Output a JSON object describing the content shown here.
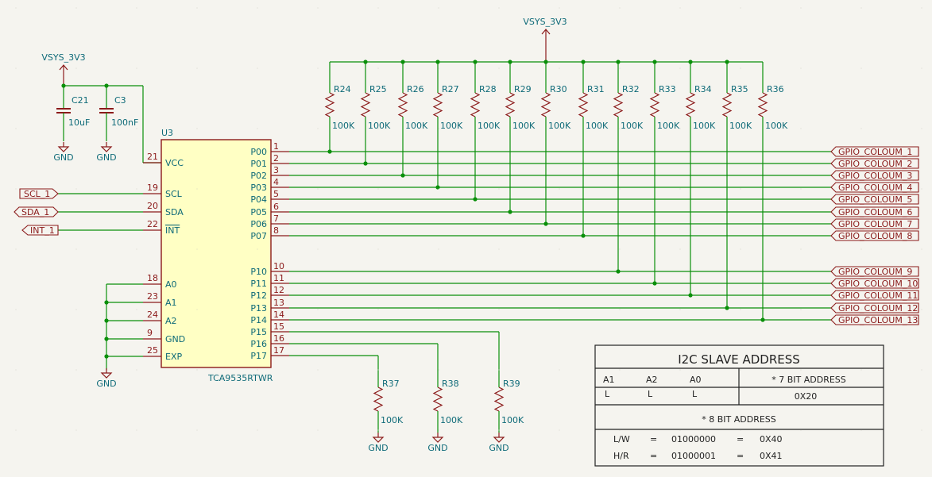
{
  "power": {
    "top": "VSYS_3V3",
    "left": "VSYS_3V3",
    "gnd": "GND"
  },
  "caps": [
    {
      "ref": "C21",
      "value": "10uF"
    },
    {
      "ref": "C3",
      "value": "100nF"
    }
  ],
  "ic": {
    "ref": "U3",
    "part": "TCA9535RTWR",
    "left_pins": [
      {
        "num": "21",
        "name": "VCC"
      },
      {
        "num": "19",
        "name": "SCL"
      },
      {
        "num": "20",
        "name": "SDA"
      },
      {
        "num": "22",
        "name": "INT"
      },
      {
        "num": "18",
        "name": "A0"
      },
      {
        "num": "23",
        "name": "A1"
      },
      {
        "num": "24",
        "name": "A2"
      },
      {
        "num": "9",
        "name": "GND"
      },
      {
        "num": "25",
        "name": "EXP"
      }
    ],
    "right_pins": [
      {
        "num": "1",
        "name": "P00"
      },
      {
        "num": "2",
        "name": "P01"
      },
      {
        "num": "3",
        "name": "P02"
      },
      {
        "num": "4",
        "name": "P03"
      },
      {
        "num": "5",
        "name": "P04"
      },
      {
        "num": "6",
        "name": "P05"
      },
      {
        "num": "7",
        "name": "P06"
      },
      {
        "num": "8",
        "name": "P07"
      },
      {
        "num": "10",
        "name": "P10"
      },
      {
        "num": "11",
        "name": "P11"
      },
      {
        "num": "12",
        "name": "P12"
      },
      {
        "num": "13",
        "name": "P13"
      },
      {
        "num": "14",
        "name": "P14"
      },
      {
        "num": "15",
        "name": "P15"
      },
      {
        "num": "16",
        "name": "P16"
      },
      {
        "num": "17",
        "name": "P17"
      }
    ]
  },
  "bus_labels": [
    "SCL_1",
    "SDA_1",
    "INT_1"
  ],
  "pullups": [
    {
      "ref": "R24",
      "value": "100K"
    },
    {
      "ref": "R25",
      "value": "100K"
    },
    {
      "ref": "R26",
      "value": "100K"
    },
    {
      "ref": "R27",
      "value": "100K"
    },
    {
      "ref": "R28",
      "value": "100K"
    },
    {
      "ref": "R29",
      "value": "100K"
    },
    {
      "ref": "R30",
      "value": "100K"
    },
    {
      "ref": "R31",
      "value": "100K"
    },
    {
      "ref": "R32",
      "value": "100K"
    },
    {
      "ref": "R33",
      "value": "100K"
    },
    {
      "ref": "R34",
      "value": "100K"
    },
    {
      "ref": "R35",
      "value": "100K"
    },
    {
      "ref": "R36",
      "value": "100K"
    }
  ],
  "pulldowns": [
    {
      "ref": "R37",
      "value": "100K"
    },
    {
      "ref": "R38",
      "value": "100K"
    },
    {
      "ref": "R39",
      "value": "100K"
    }
  ],
  "gpio_labels": [
    "GPIO_COLOUM_1",
    "GPIO_COLOUM_2",
    "GPIO_COLOUM_3",
    "GPIO_COLOUM_4",
    "GPIO_COLOUM_5",
    "GPIO_COLOUM_6",
    "GPIO_COLOUM_7",
    "GPIO_COLOUM_8",
    "GPIO_COLOUM_9",
    "GPIO_COLOUM_10",
    "GPIO_COLOUM_11",
    "GPIO_COLOUM_12",
    "GPIO_COLOUM_13"
  ],
  "address_table": {
    "title": "I2C SLAVE ADDRESS",
    "col_headers": [
      "A1",
      "A2",
      "A0"
    ],
    "col_values": [
      "L",
      "L",
      "L"
    ],
    "seven_bit_label": "* 7 BIT ADDRESS",
    "seven_bit_value": "0X20",
    "eight_bit_label": "* 8 BIT ADDRESS",
    "rows": [
      {
        "mode": "L/W",
        "eq1": "=",
        "bits": "01000000",
        "eq2": "=",
        "hex": "0X40"
      },
      {
        "mode": "H/R",
        "eq1": "=",
        "bits": "01000001",
        "eq2": "=",
        "hex": "0X41"
      }
    ]
  },
  "colors": {
    "wire": "#0a8f0a",
    "symbol": "#8b1a1a",
    "symbol_fill": "#ffffc4",
    "ref_text": "#0e6a78",
    "pin_text": "#8b1a1a",
    "background": "#f5f4ef"
  }
}
